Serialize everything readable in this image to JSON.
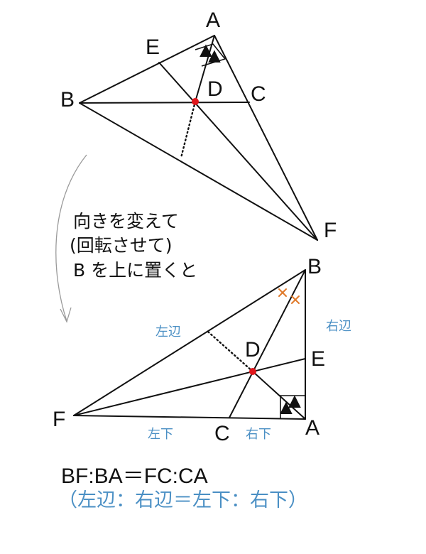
{
  "colors": {
    "line": "#111111",
    "point_d": "#e0161b",
    "side_label": "#4a8fc4",
    "cross_mark": "#e07a2a",
    "arrow": "#9a9a9a"
  },
  "figure1": {
    "labels": {
      "A": "A",
      "B": "B",
      "C": "C",
      "D": "D",
      "E": "E",
      "F": "F"
    },
    "angle_marks": [
      "▲",
      "▲"
    ]
  },
  "note": {
    "lines": [
      "向きを変えて",
      "(回転させて)",
      "B を上に置くと"
    ]
  },
  "figure2": {
    "labels": {
      "A": "A",
      "B": "B",
      "C": "C",
      "D": "D",
      "E": "E",
      "F": "F"
    },
    "angle_marks": [
      "▲",
      "▲"
    ],
    "side_labels": {
      "left_side": "左辺",
      "right_side": "右辺",
      "left_bottom": "左下",
      "right_bottom": "右下"
    }
  },
  "formula": {
    "line1": "BF:BA＝FC:CA",
    "line2": "（左辺：右辺＝左下：右下）"
  }
}
